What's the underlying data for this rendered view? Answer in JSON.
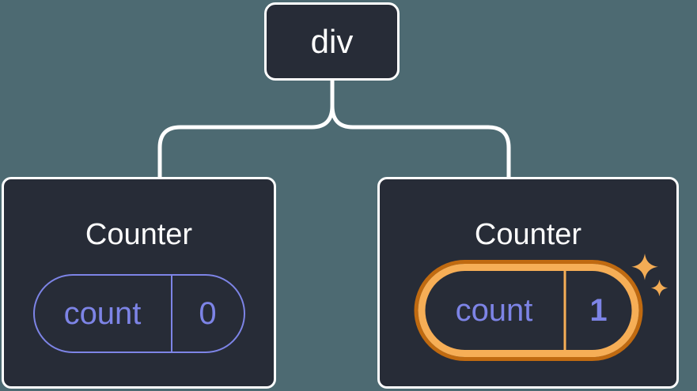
{
  "diagram": {
    "kind": "component-tree",
    "root": {
      "label": "div"
    },
    "children": [
      {
        "title": "Counter",
        "pill": {
          "key": "count",
          "value": "0"
        },
        "highlighted": false
      },
      {
        "title": "Counter",
        "pill": {
          "key": "count",
          "value": "1"
        },
        "highlighted": true
      }
    ]
  },
  "icons": {
    "sparkles": "sparkles-icon"
  },
  "colors": {
    "background": "#4D6A72",
    "node_background": "#272C37",
    "node_border": "#FFFFFF",
    "connector": "#FFFFFF",
    "state_purple": "#7D84E6",
    "highlight_orange_dark": "#C06A10",
    "highlight_orange_light": "#F6AE56",
    "sparkle": "#F3AC55",
    "title_text": "#FCFCFC"
  }
}
